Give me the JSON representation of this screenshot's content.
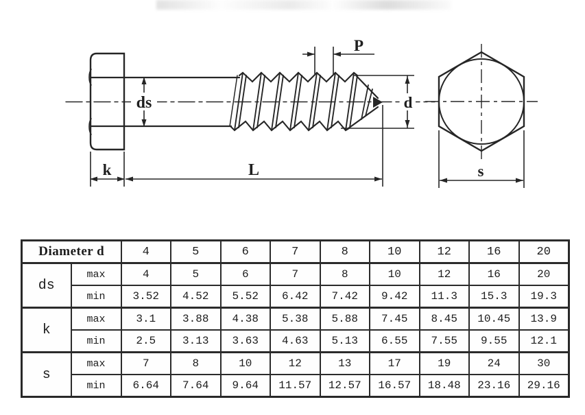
{
  "drawing": {
    "labels": {
      "ds": "ds",
      "k": "k",
      "L": "L",
      "P": "P",
      "d": "d",
      "s": "s"
    }
  },
  "table": {
    "header": {
      "label": "Diameter d",
      "diameters": [
        "4",
        "5",
        "6",
        "7",
        "8",
        "10",
        "12",
        "16",
        "20"
      ]
    },
    "groups": [
      {
        "name": "ds",
        "rows": [
          {
            "limit": "max",
            "values": [
              "4",
              "5",
              "6",
              "7",
              "8",
              "10",
              "12",
              "16",
              "20"
            ]
          },
          {
            "limit": "min",
            "values": [
              "3.52",
              "4.52",
              "5.52",
              "6.42",
              "7.42",
              "9.42",
              "11.3",
              "15.3",
              "19.3"
            ]
          }
        ]
      },
      {
        "name": "k",
        "rows": [
          {
            "limit": "max",
            "values": [
              "3.1",
              "3.88",
              "4.38",
              "5.38",
              "5.88",
              "7.45",
              "8.45",
              "10.45",
              "13.9"
            ]
          },
          {
            "limit": "min",
            "values": [
              "2.5",
              "3.13",
              "3.63",
              "4.63",
              "5.13",
              "6.55",
              "7.55",
              "9.55",
              "12.1"
            ]
          }
        ]
      },
      {
        "name": "s",
        "rows": [
          {
            "limit": "max",
            "values": [
              "7",
              "8",
              "10",
              "12",
              "13",
              "17",
              "19",
              "24",
              "30"
            ]
          },
          {
            "limit": "min",
            "values": [
              "6.64",
              "7.64",
              "9.64",
              "11.57",
              "12.57",
              "16.57",
              "18.48",
              "23.16",
              "29.16"
            ]
          }
        ]
      }
    ]
  },
  "colors": {
    "line": "#262626",
    "background": "#ffffff",
    "table_border": "#2b2b2b"
  }
}
